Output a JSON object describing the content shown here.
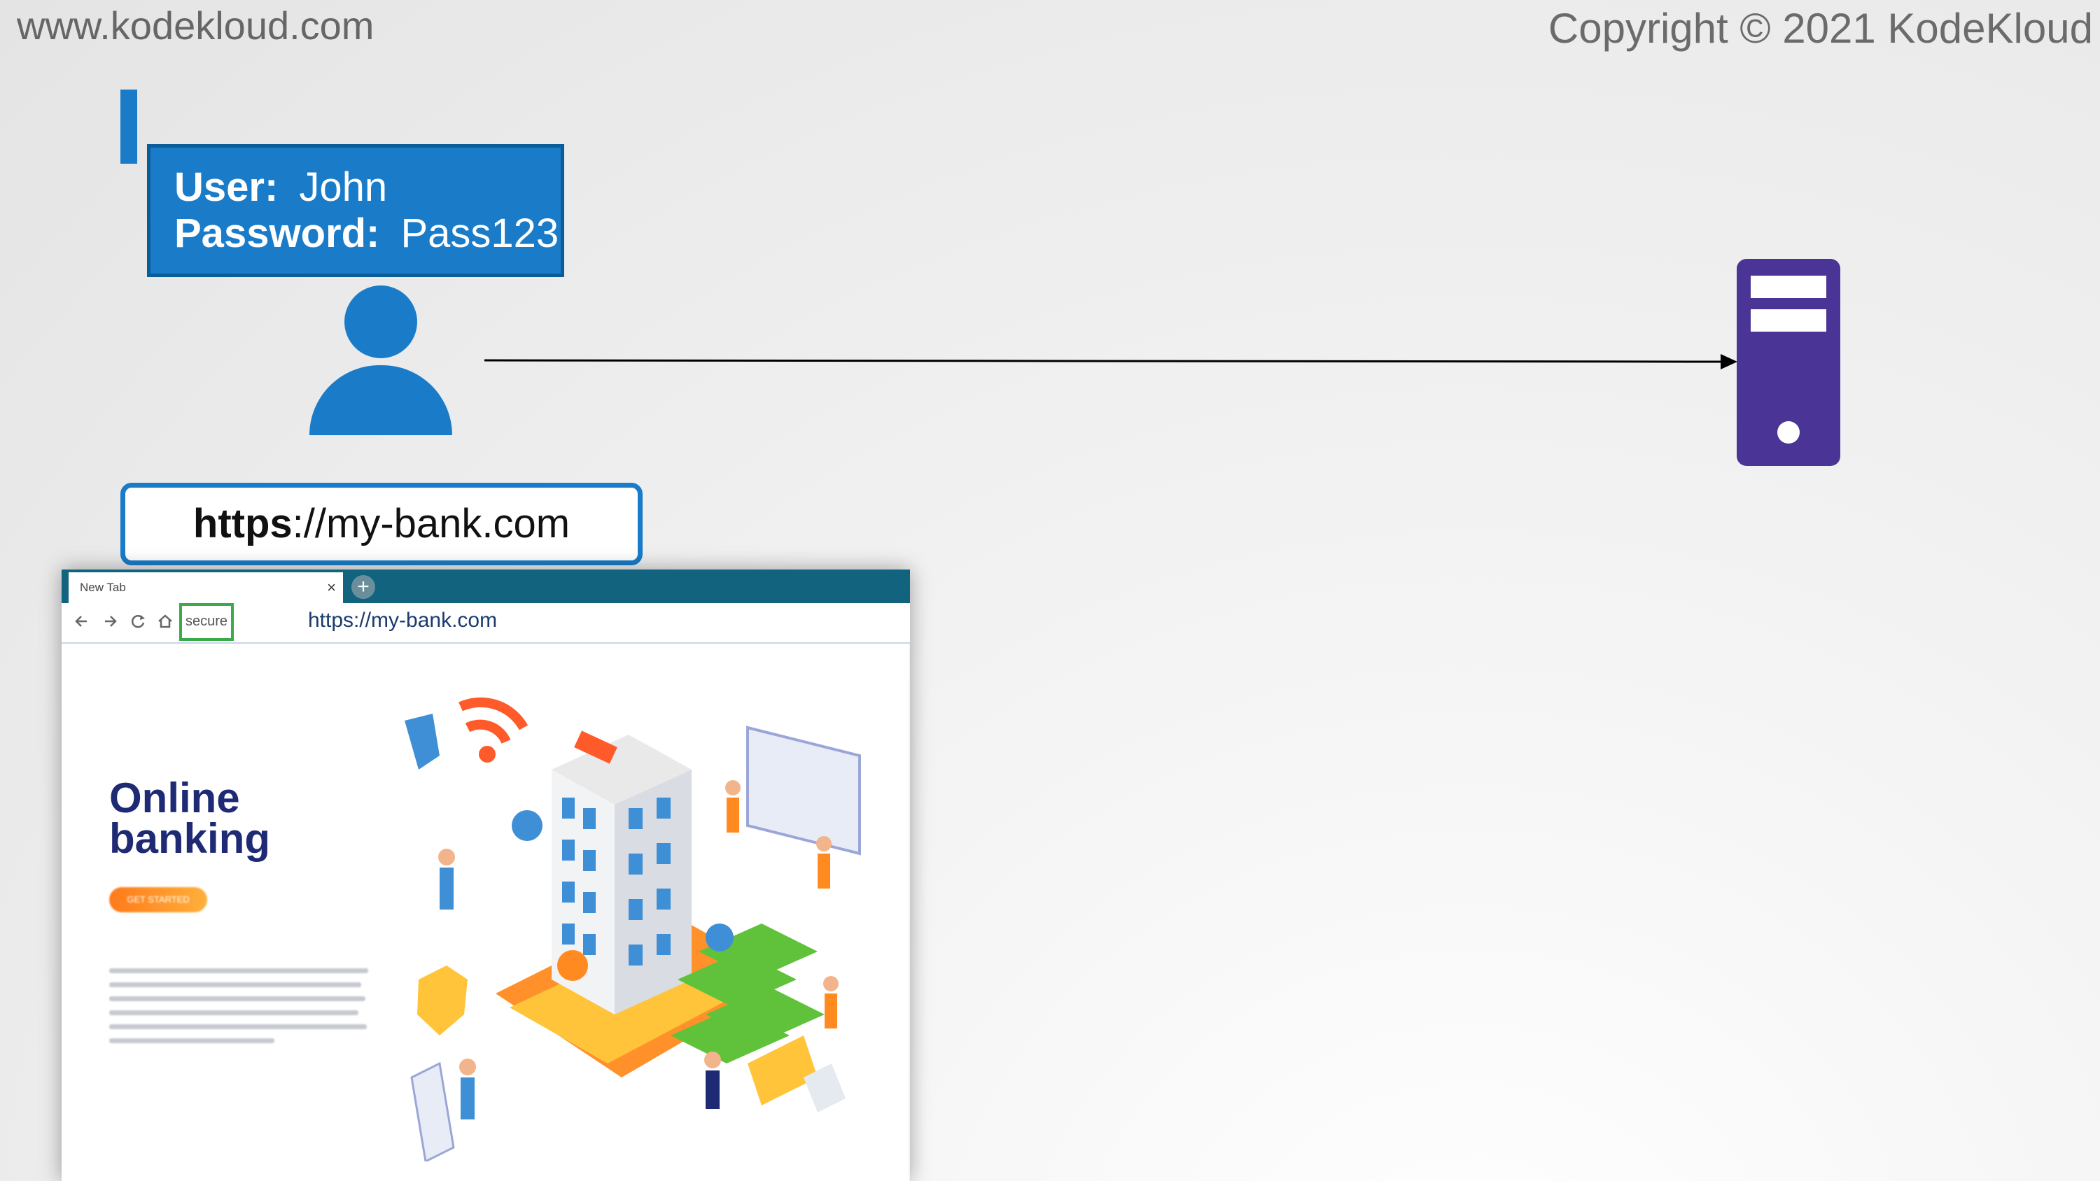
{
  "header": {
    "site_url": "www.kodekloud.com",
    "copyright": "Copyright © 2021 KodeKloud"
  },
  "credentials": {
    "user_label": "User:",
    "user_value": "John",
    "password_label": "Password:",
    "password_value": "Pass123"
  },
  "url_box": {
    "scheme": "https",
    "rest": "://my-bank.com"
  },
  "browser": {
    "tab_label": "New Tab",
    "close_glyph": "×",
    "newtab_glyph": "+",
    "secure_label": "secure",
    "address": "https://my-bank.com",
    "nav_icons": [
      "back-icon",
      "forward-icon",
      "reload-icon",
      "home-icon"
    ],
    "page": {
      "hero_title": "Online\nbanking",
      "cta_label": "GET STARTED"
    }
  },
  "colors": {
    "accent_blue": "#1a7cc9",
    "server_purple": "#4a3495",
    "tab_bar": "#12637e",
    "secure_green": "#3aaa4a",
    "hero_navy": "#1e2b74"
  }
}
